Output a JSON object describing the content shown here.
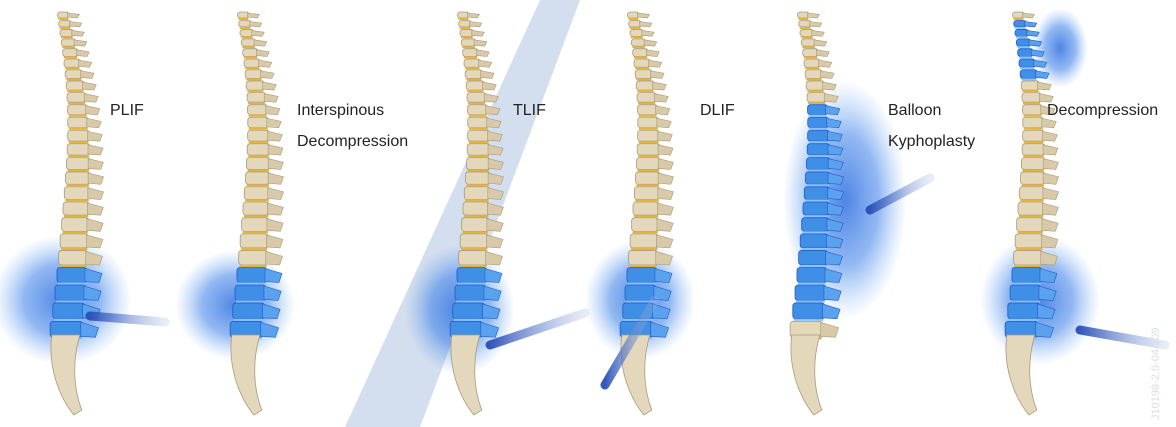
{
  "colors": {
    "bone": "#e3d7bc",
    "bone_dark": "#a99b79",
    "disc": "#e6b43a",
    "highlight": "#3f8fe6",
    "glow": "#2f6fe0",
    "beam": "#c9d6ea"
  },
  "panels": [
    {
      "key": "plif",
      "label_lines": [
        "PLIF"
      ]
    },
    {
      "key": "interspinous",
      "label_lines": [
        "Interspinous",
        "Decompression"
      ]
    },
    {
      "key": "tlif",
      "label_lines": [
        "TLIF"
      ]
    },
    {
      "key": "dlif",
      "label_lines": [
        "DLIF"
      ]
    },
    {
      "key": "balloon",
      "label_lines": [
        "Balloon",
        "Kyphoplasty"
      ]
    },
    {
      "key": "decompression",
      "label_lines": [
        "Decompression"
      ]
    }
  ],
  "figure_code": "J10198-2.0-04/109"
}
